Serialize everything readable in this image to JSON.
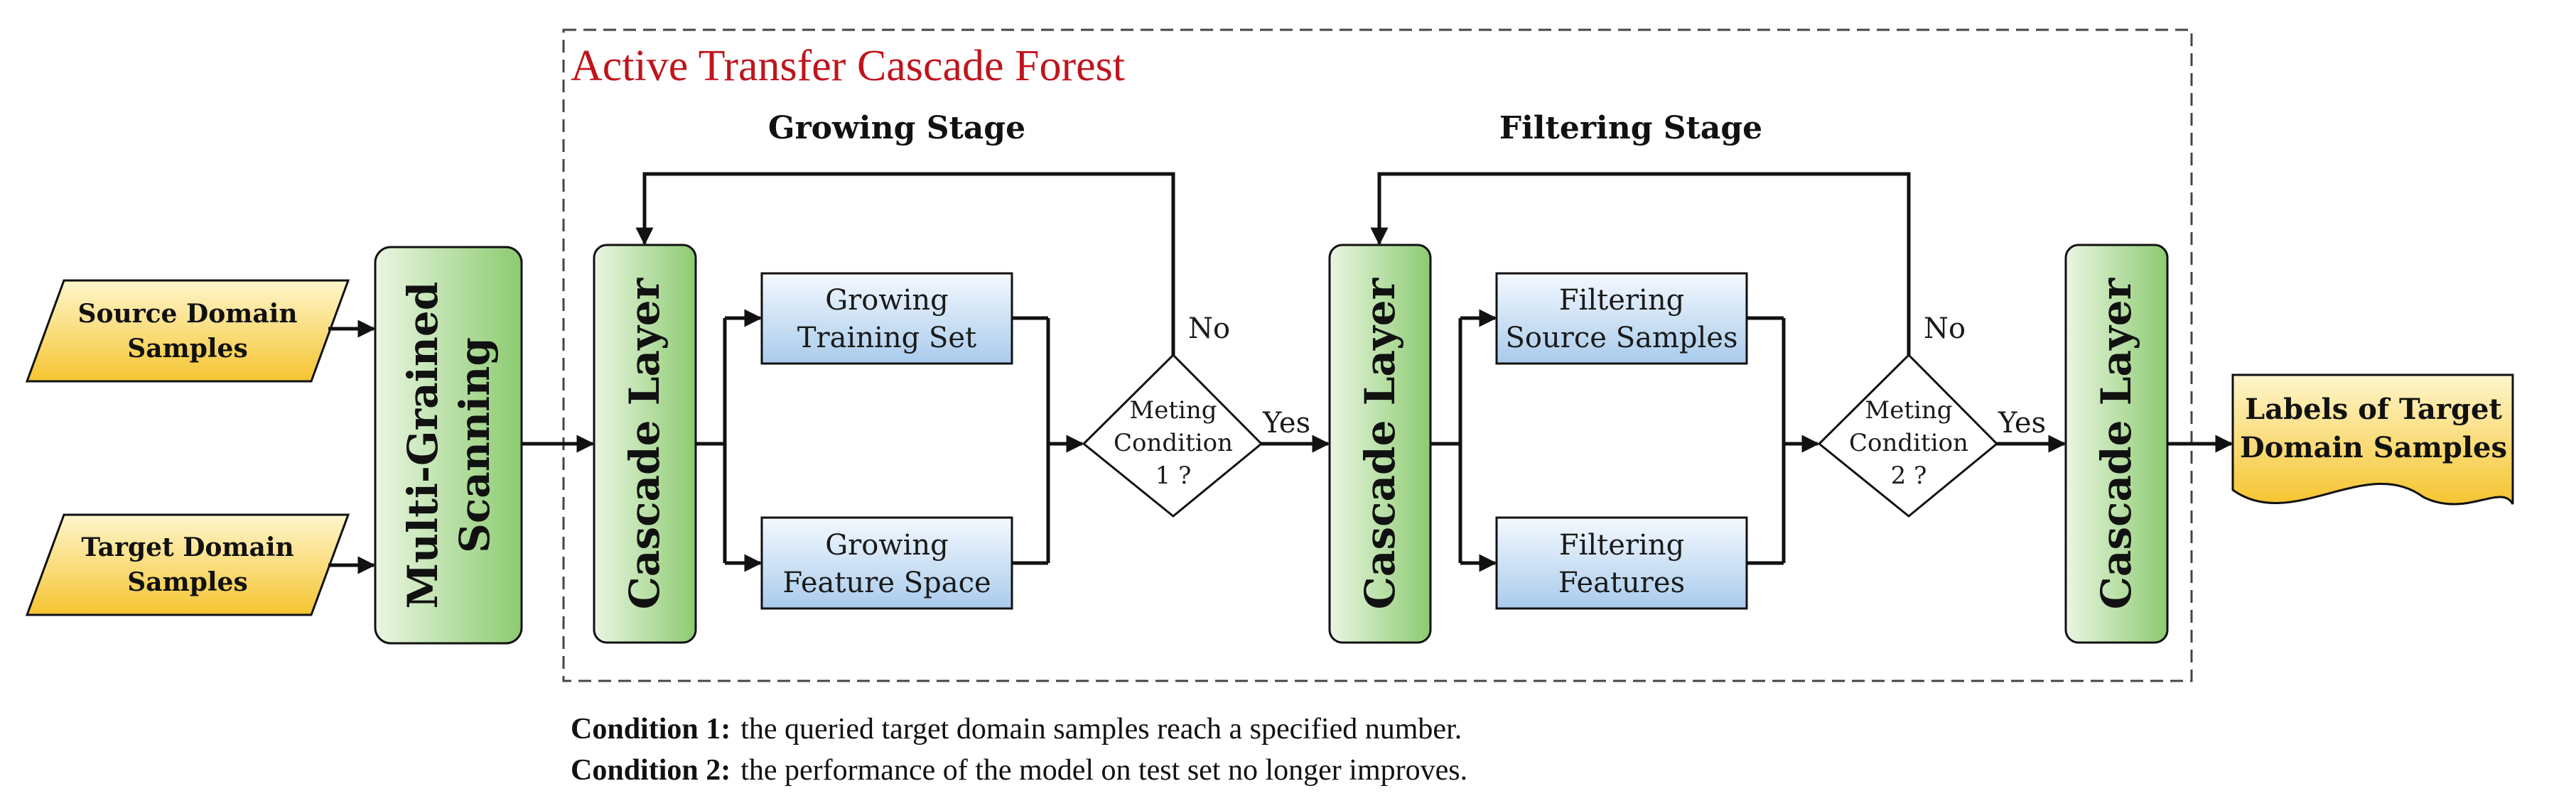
{
  "frame": {
    "title": "Active Transfer Cascade Forest"
  },
  "stages": {
    "growing": "Growing Stage",
    "filtering": "Filtering Stage"
  },
  "inputs": {
    "source": [
      "Source Domain",
      "Samples"
    ],
    "target": [
      "Target Domain",
      "Samples"
    ]
  },
  "scanning": [
    "Multi-Grained",
    "Scanning"
  ],
  "cascade_layer": "Cascade Layer",
  "growing_boxes": {
    "training": [
      "Growing",
      "Training Set"
    ],
    "feature": [
      "Growing",
      "Feature Space"
    ]
  },
  "filtering_boxes": {
    "source": [
      "Filtering",
      "Source Samples"
    ],
    "features": [
      "Filtering",
      "Features"
    ]
  },
  "decision1": [
    "Meting",
    "Condition",
    "1 ?"
  ],
  "decision2": [
    "Meting",
    "Condition",
    "2 ?"
  ],
  "branch": {
    "yes": "Yes",
    "no": "No"
  },
  "output": [
    "Labels of Target",
    "Domain Samples"
  ],
  "notes": [
    {
      "label": "Condition 1:",
      "text": "the queried target domain samples reach a specified number."
    },
    {
      "label": "Condition 2:",
      "text": "the performance of the model on test set no longer improves."
    }
  ],
  "colors": {
    "green_light": "#eaf6e2",
    "green_dark": "#8ccb70",
    "blue_light": "#eef5fc",
    "blue_dark": "#a9cbec",
    "yellow_light": "#fff3c0",
    "yellow_dark": "#f5c430",
    "title_red": "#c0141c"
  }
}
